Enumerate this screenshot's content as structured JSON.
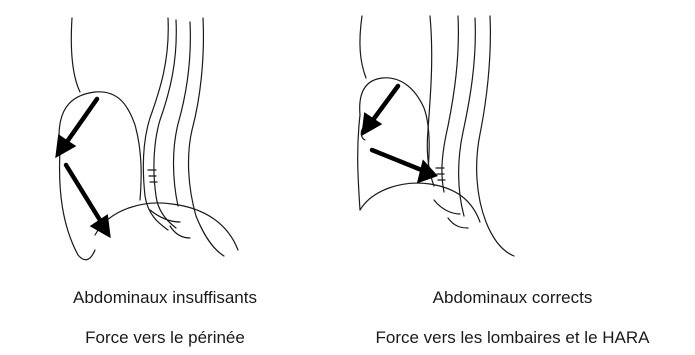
{
  "figures": [
    {
      "caption_line1": "Abdominaux insuffisants",
      "caption_line2": "Force vers le périnée"
    },
    {
      "caption_line1": "Abdominaux corrects",
      "caption_line2": "Force vers les lombaires et le HARA"
    }
  ],
  "colors": {
    "stroke": "#1a1a1a",
    "arrow": "#000000"
  }
}
